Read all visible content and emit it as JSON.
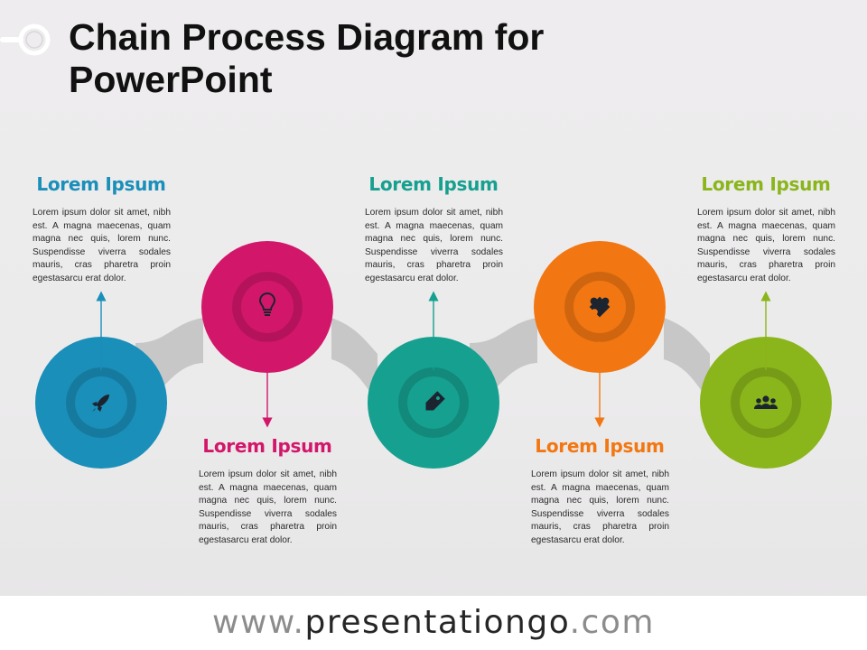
{
  "title": "Chain Process Diagram for PowerPoint",
  "chain": {
    "link_color": "#c8c7c8"
  },
  "steps": [
    {
      "heading": "Lorem Ipsum",
      "body": "Lorem ipsum dolor sit amet, nibh est. A magna maecenas, quam magna nec quis, lorem nunc. Suspendisse viverra sodales mauris, cras pharetra proin egestasarcu erat dolor.",
      "color": "#1a8fb9",
      "icon": "rocket-icon"
    },
    {
      "heading": "Lorem Ipsum",
      "body": "Lorem ipsum dolor sit amet, nibh est. A magna maecenas, quam magna nec quis, lorem nunc. Suspendisse viverra sodales mauris, cras pharetra proin egestasarcu erat dolor.",
      "color": "#d2176a",
      "icon": "lightbulb-icon"
    },
    {
      "heading": "Lorem Ipsum",
      "body": "Lorem ipsum dolor sit amet, nibh est. A magna maecenas, quam magna nec quis, lorem nunc. Suspendisse viverra sodales mauris, cras pharetra proin egestasarcu erat dolor.",
      "color": "#16a08f",
      "icon": "tag-icon"
    },
    {
      "heading": "Lorem Ipsum",
      "body": "Lorem ipsum dolor sit amet, nibh est. A magna maecenas, quam magna nec quis, lorem nunc. Suspendisse viverra sodales mauris, cras pharetra proin egestasarcu erat dolor.",
      "color": "#f27712",
      "icon": "puzzle-icon"
    },
    {
      "heading": "Lorem Ipsum",
      "body": "Lorem ipsum dolor sit amet, nibh est. A magna maecenas, quam magna nec quis, lorem nunc. Suspendisse viverra sodales mauris, cras pharetra proin egestasarcu erat dolor.",
      "color": "#8ab51b",
      "icon": "people-icon"
    }
  ],
  "footer": {
    "prefix": "www.",
    "domain": "presentationgo",
    "suffix": ".com"
  }
}
